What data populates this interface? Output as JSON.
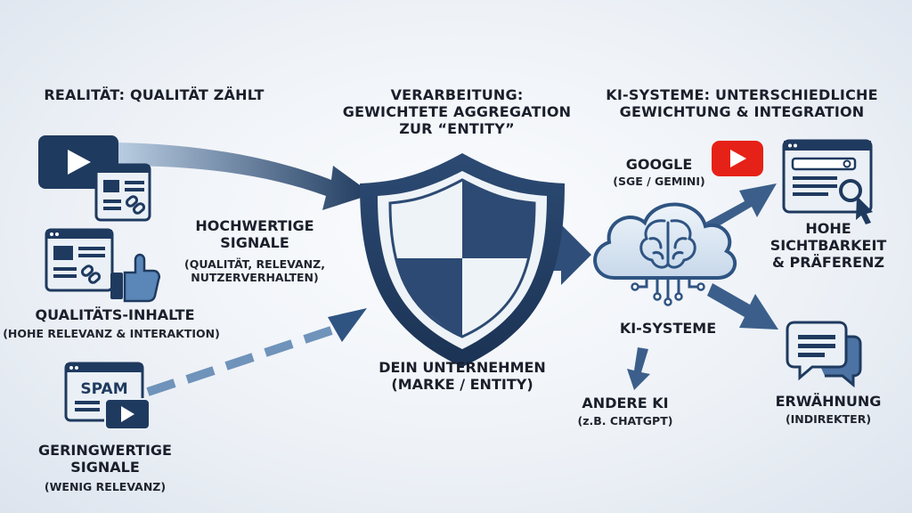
{
  "headings": {
    "left": "REALITÄT: QUALITÄT ZÄHLT",
    "center": [
      "VERARBEITUNG:",
      "GEWICHTETE AGGREGATION",
      "ZUR “ENTITY”"
    ],
    "right": [
      "KI-SYSTEME: UNTERSCHIEDLICHE",
      "GEWICHTUNG & INTEGRATION"
    ]
  },
  "high_signals": {
    "title": [
      "HOCHWERTIGE",
      "SIGNALE"
    ],
    "detail": [
      "(QUALITÄT, RELEVANZ,",
      "NUTZERVERHALTEN)"
    ]
  },
  "quality_content": {
    "title": "QUALITÄTS-INHALTE",
    "detail": "(HOHE RELEVANZ & INTERAKTION)"
  },
  "low_signals": {
    "spam_label": "SPAM",
    "title": [
      "GERINGWERTIGE",
      "SIGNALE"
    ],
    "detail": "(WENIG RELEVANZ)"
  },
  "entity": {
    "title": [
      "DEIN UNTERNEHMEN",
      "(MARKE / ENTITY)"
    ]
  },
  "google": {
    "title": "GOOGLE",
    "detail": "(SGE / GEMINI)"
  },
  "ai_systems": {
    "title": "KI-SYSTEME"
  },
  "other_ai": {
    "title": "ANDERE KI",
    "detail": "(z.B. CHATGPT)"
  },
  "visibility": {
    "title": [
      "HOHE",
      "SICHTBARKEIT",
      "& PRÄFERENZ"
    ]
  },
  "mention": {
    "title": "ERWÄHNUNG",
    "detail": "(INDIREKTER)"
  },
  "colors": {
    "navy": "#1f3a5f",
    "steel": "#3d5f88",
    "light_blue": "#8fb1d4",
    "youtube_red": "#e62117",
    "panel": "#dfe8f2"
  }
}
